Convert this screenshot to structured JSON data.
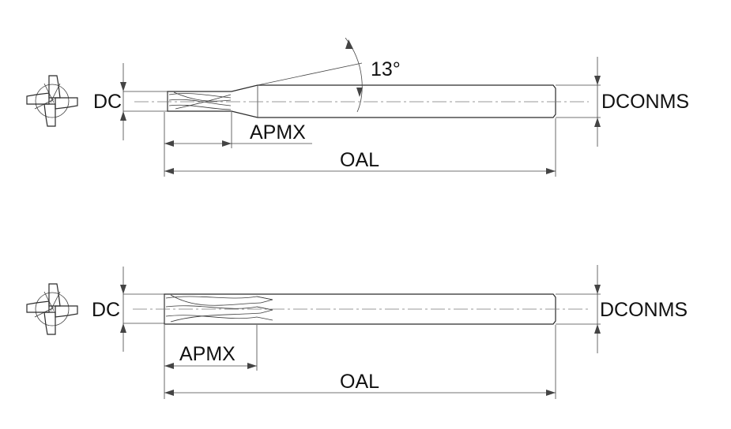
{
  "upper_drawing": {
    "dc_label": "DC",
    "dconms_label": "DCONMS",
    "apmx_label": "APMX",
    "oal_label": "OAL",
    "angle_label": "13°"
  },
  "lower_drawing": {
    "dc_label": "DC",
    "dconms_label": "DCONMS",
    "apmx_label": "APMX",
    "oal_label": "OAL"
  },
  "colors": {
    "line": "#2b2b2b",
    "centerline": "#777777",
    "background": "#ffffff"
  }
}
